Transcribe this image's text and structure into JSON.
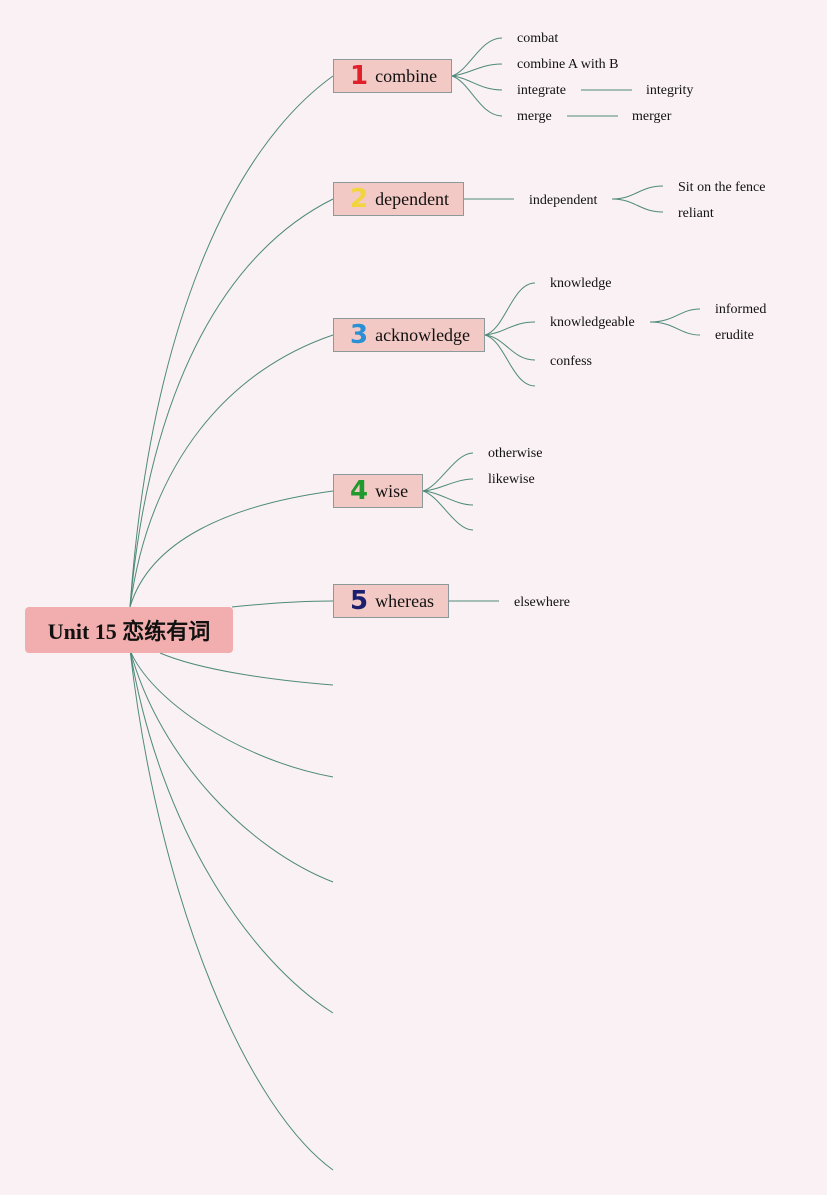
{
  "root": {
    "title": "Unit 15 恋练有词"
  },
  "branches": [
    {
      "number": "1",
      "label": "combine",
      "number_color": "#e0202a",
      "children": [
        "combat",
        "combine A with B",
        "integrate",
        "merge"
      ],
      "related": [
        "integrity",
        "merger"
      ]
    },
    {
      "number": "2",
      "label": "dependent",
      "number_color": "#f2d43c",
      "children": [
        "independent"
      ],
      "related": [
        "Sit on the fence",
        "reliant"
      ]
    },
    {
      "number": "3",
      "label": "acknowledge",
      "number_color": "#2b8fd6",
      "children": [
        "knowledge",
        "knowledgeable",
        "confess"
      ],
      "related": [
        "informed",
        "erudite"
      ]
    },
    {
      "number": "4",
      "label": "wise",
      "number_color": "#1f9a2e",
      "children": [
        "otherwise",
        "likewise"
      ]
    },
    {
      "number": "5",
      "label": "whereas",
      "number_color": "#1c1f6e",
      "children": [
        "elsewhere"
      ]
    }
  ],
  "colors": {
    "connector": "#4e8a79",
    "background": "#faf1f4",
    "root_fill": "#f2aeae",
    "node_fill": "#f2c9c4"
  }
}
